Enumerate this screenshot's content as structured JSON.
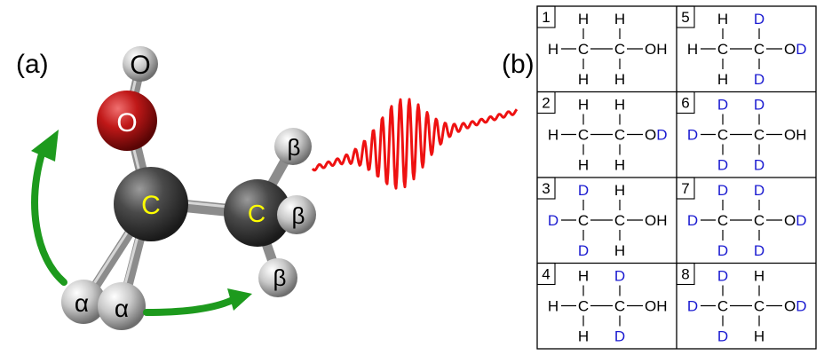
{
  "panel_a": {
    "label": "(a)",
    "oxygen": "O",
    "hydroxyl_h": "O",
    "carbon_1": "C",
    "carbon_2": "C",
    "alpha": "α",
    "beta": "β"
  },
  "panel_b": {
    "label": "(b)",
    "cells": [
      {
        "num": "1",
        "top": [
          "H",
          "H"
        ],
        "left": "H",
        "bottom": [
          "H",
          "H"
        ],
        "right": "OH",
        "hydroxyl": "H"
      },
      {
        "num": "5",
        "top": [
          "H",
          "D"
        ],
        "left": "H",
        "bottom": [
          "H",
          "D"
        ],
        "right": "OD",
        "hydroxyl": "D"
      },
      {
        "num": "2",
        "top": [
          "H",
          "H"
        ],
        "left": "H",
        "bottom": [
          "H",
          "H"
        ],
        "right": "OD",
        "hydroxyl": "D"
      },
      {
        "num": "6",
        "top": [
          "D",
          "D"
        ],
        "left": "D",
        "bottom": [
          "D",
          "D"
        ],
        "right": "OH",
        "hydroxyl": "H"
      },
      {
        "num": "3",
        "top": [
          "D",
          "H"
        ],
        "left": "D",
        "bottom": [
          "D",
          "H"
        ],
        "right": "OH",
        "hydroxyl": "H"
      },
      {
        "num": "7",
        "top": [
          "D",
          "D"
        ],
        "left": "D",
        "bottom": [
          "D",
          "D"
        ],
        "right": "OD",
        "hydroxyl": "D"
      },
      {
        "num": "4",
        "top": [
          "H",
          "D"
        ],
        "left": "H",
        "bottom": [
          "H",
          "D"
        ],
        "right": "OH",
        "hydroxyl": "H"
      },
      {
        "num": "8",
        "top": [
          "D",
          "H"
        ],
        "left": "D",
        "bottom": [
          "D",
          "H"
        ],
        "right": "OD",
        "hydroxyl": "D"
      }
    ]
  },
  "colors": {
    "deuterium": "#1a1ad0",
    "hydrogen": "#000000",
    "oxygen_atom": "#c01818",
    "carbon_atom": "#3a3a3a",
    "carbon_label": "#ffff00",
    "arrow": "#1d9a1d",
    "pulse": "#ee1111"
  }
}
